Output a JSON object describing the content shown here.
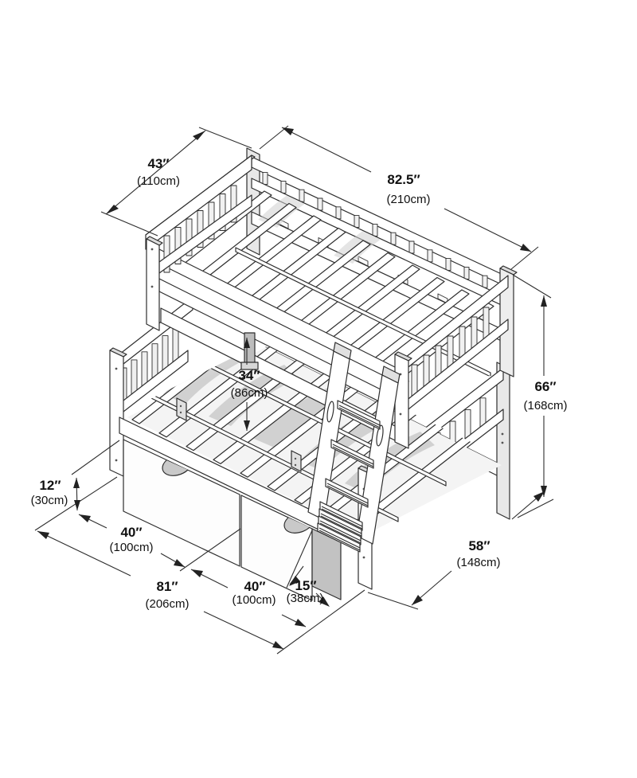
{
  "diagram": {
    "title": "bunk-bed-dimension-drawing",
    "subject": "twin-over-full bunk bed with guard rails, angled ladder and two under-bed storage drawers",
    "style": "isometric technical line drawing",
    "line_color": "#2e2e2e",
    "background": "#ffffff"
  },
  "dims": {
    "top_width": {
      "in": "43″",
      "cm": "(110cm)"
    },
    "length": {
      "in": "82.5″",
      "cm": "(210cm)"
    },
    "clearance": {
      "in": "34″",
      "cm": "(86cm)"
    },
    "height": {
      "in": "66″",
      "cm": "(168cm)"
    },
    "drawer_height": {
      "in": "12″",
      "cm": "(30cm)"
    },
    "drawer_a_width": {
      "in": "40″",
      "cm": "(100cm)"
    },
    "overall_length": {
      "in": "81″",
      "cm": "(206cm)"
    },
    "drawer_b_width": {
      "in": "40″",
      "cm": "(100cm)"
    },
    "end_offset": {
      "in": "15″",
      "cm": "(38cm)"
    },
    "bottom_width": {
      "in": "58″",
      "cm": "(148cm)"
    }
  }
}
